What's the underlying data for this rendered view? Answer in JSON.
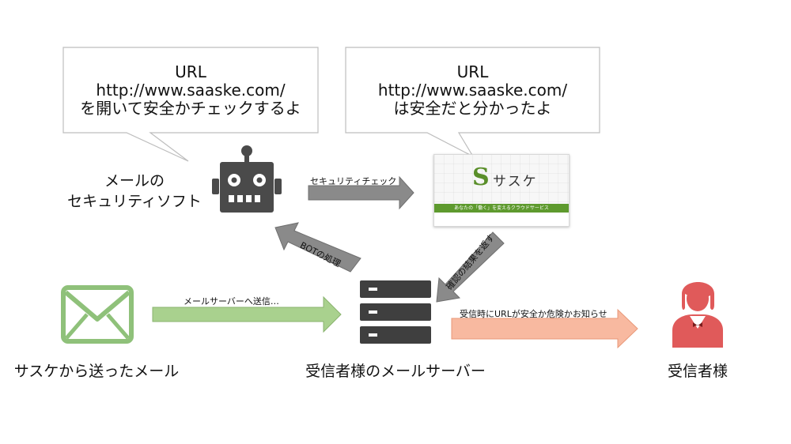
{
  "bubbles": {
    "left": {
      "lines": [
        "URL",
        "http://www.saaske.com/",
        "を開いて安全かチェックするよ"
      ]
    },
    "right": {
      "lines": [
        "URL",
        "http://www.saaske.com/",
        "は安全だと分かったよ"
      ]
    }
  },
  "captions": {
    "security_soft": [
      "メールの",
      "セキュリティソフト"
    ],
    "sent_mail": "サスケから送ったメール",
    "mail_server": "受信者様のメールサーバー",
    "recipient": "受信者様"
  },
  "arrow_labels": {
    "security_check": "セキュリティチェック",
    "bot_processing": "BOTの処理",
    "return_result": "確認の結果を返す",
    "send_to_server": "メールサーバーへ送信…",
    "notify": "受信時にURLが安全か危険かお知らせ"
  },
  "website_card": {
    "logo_text": "サスケ",
    "tagline": "あなたの「働く」を変えるクラウドサービス"
  },
  "colors": {
    "gray_arrow": "#8a8a8a",
    "green_arrow": "#a9d18e",
    "salmon_arrow": "#f8b9a0",
    "robot": "#4a4a4a",
    "server": "#3f3f3f",
    "mail_icon": "#8fc17a",
    "person_icon": "#e05a5a",
    "saaske_green": "#5e9a2e"
  },
  "icons": {
    "robot": "robot-icon",
    "server": "server-icon",
    "mail": "envelope-icon",
    "person": "person-icon"
  }
}
